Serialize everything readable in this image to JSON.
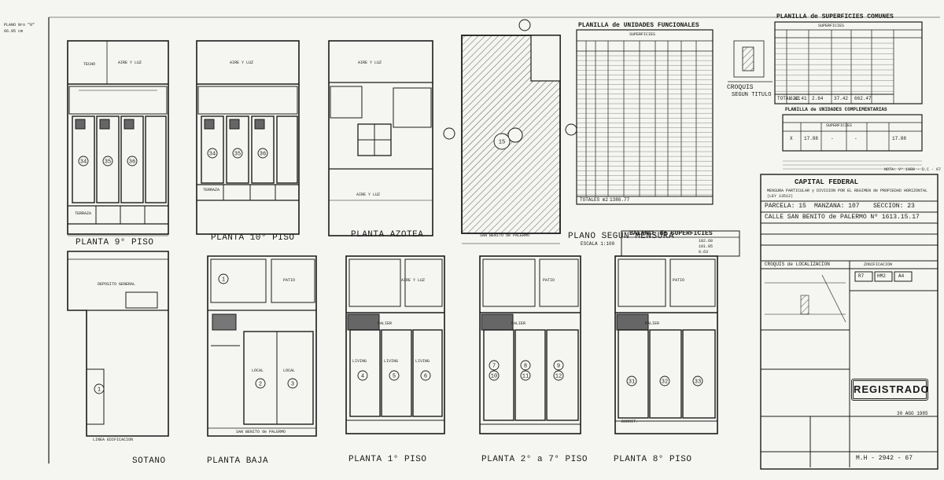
{
  "margin_note": [
    "PLANO Nro \"0\"",
    "66.95 cm"
  ],
  "top_plans": [
    {
      "title": "PLANTA 9° PISO",
      "units": [
        "34",
        "35",
        "36"
      ]
    },
    {
      "title": "PLANTA 10° PISO",
      "units": [
        "34",
        "35",
        "36"
      ]
    },
    {
      "title": "PLANTA AZOTEA",
      "units": []
    },
    {
      "title": "PLANO SEGUN MENSURA",
      "subtitle": "ESCALA 1:100",
      "units": [
        "15"
      ]
    }
  ],
  "bottom_plans": [
    {
      "title": "SOTANO",
      "units": [
        "1"
      ]
    },
    {
      "title": "PLANTA BAJA",
      "units": [
        "1",
        "2",
        "3"
      ]
    },
    {
      "title": "PLANTA 1° PISO",
      "units": [
        "4",
        "5",
        "6"
      ]
    },
    {
      "title": "PLANTA 2° a 7° PISO",
      "units": [
        "7",
        "8",
        "9",
        "10",
        "11",
        "12"
      ]
    },
    {
      "title": "PLANTA 8° PISO",
      "units": [
        "31",
        "32",
        "33"
      ]
    }
  ],
  "plan_labels": {
    "aire_luz": "AIRE Y LUZ",
    "terraza": "TERRAZA",
    "local": "LOCAL",
    "deposito": "DEPOSITO GENERAL",
    "living": "LIVING",
    "dormit": "DORMIT.",
    "patio": "PATIO",
    "palier": "PALIER",
    "techo": "TECHO",
    "calle": "SAN BENITO de PALERMO",
    "linea": "LINEA EDIFICACION"
  },
  "planilla_funcionales": {
    "title": "PLANILLA de UNIDADES FUNCIONALES",
    "header": "SUPERFICIES",
    "total_label": "TOTALES m2",
    "total_value": "1386.77"
  },
  "planilla_comunes": {
    "title": "PLANILLA de SUPERFICIES COMUNES",
    "header": "SUPERFICIES",
    "total_label": "TOTAL m2",
    "totals": [
      "622.41",
      "2.64",
      "37.42",
      "662.47"
    ]
  },
  "planilla_complementarias": {
    "title": "PLANILLA de UNIDADES COMPLEMENTARIAS",
    "header": "SUPERFICIES",
    "row": [
      "X",
      "17.88",
      "-",
      "-",
      "17.88"
    ]
  },
  "croquis_titulo": [
    "CROQUIS",
    "SEGUN TITULO"
  ],
  "balance": {
    "title": "BALANCE de SUPERFICIES",
    "values": [
      "182.60",
      "181.85",
      "0.63"
    ]
  },
  "title_block": {
    "jurisdiction": "CAPITAL FEDERAL",
    "description": "MENSURA PARTICULAR y DIVISION POR EL REGIMEN de PROPIEDAD HORIZONTAL (LEY 13512)",
    "parcela": "PARCELA: 15",
    "manzana": "MANZANA: 107",
    "seccion": "SECCION: 23",
    "calle": "CALLE SAN BENITO de PALERMO Nº 1613.15.17",
    "zonificacion": "ZONIFICACION",
    "zones": [
      "R7",
      "HM2",
      "A4"
    ],
    "croquis_localizacion": "CROQUIS de LOCALIZACION",
    "stamp": "REGISTRADO",
    "stamp_date": "30 AGO 1985",
    "plan_number": "M.H - 2942 - 67",
    "nota": "NOTA: Vº 1980 - D.C - 67"
  }
}
